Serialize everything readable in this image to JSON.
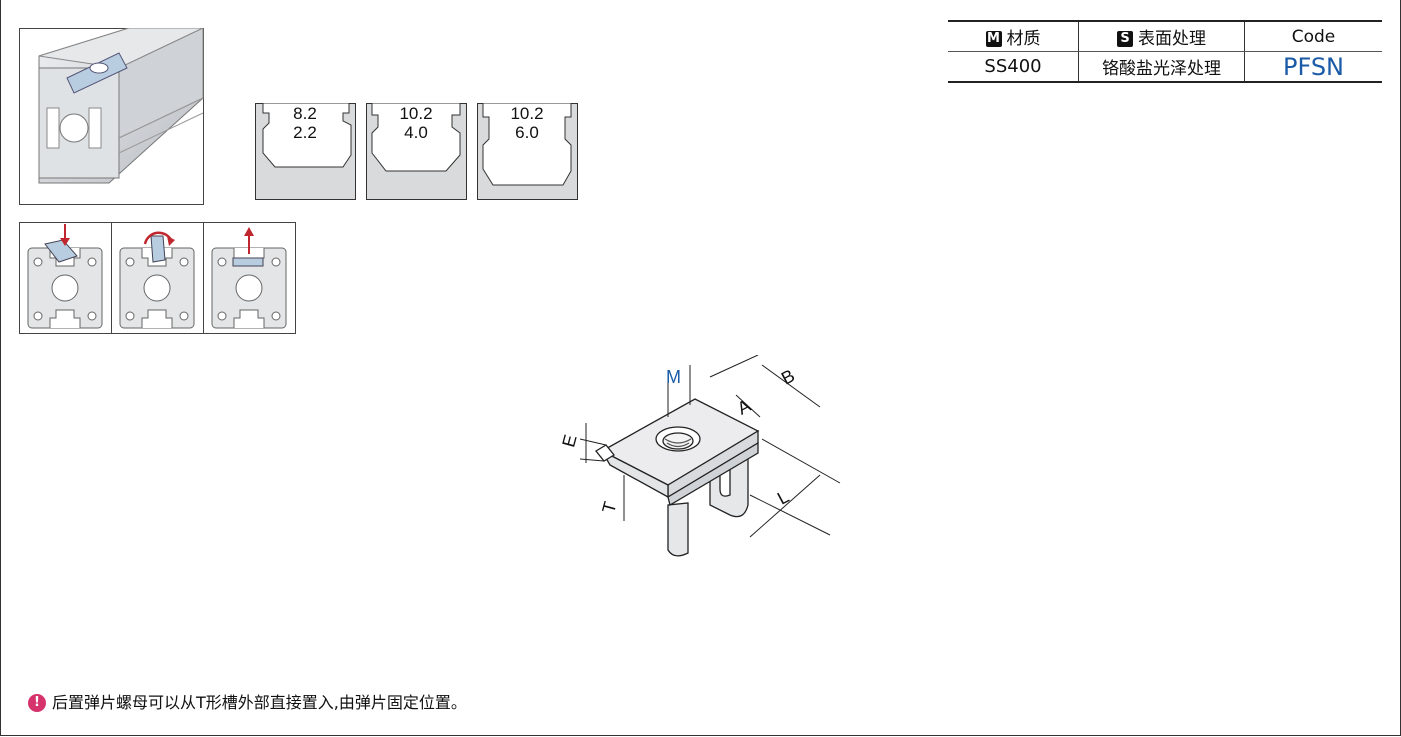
{
  "table": {
    "header": {
      "material_icon": "M",
      "material": "材质",
      "surface_icon": "S",
      "surface": "表面处理",
      "code": "Code"
    },
    "row": {
      "material": "SS400",
      "surface": "铬酸盐光泽处理",
      "code": "PFSN"
    }
  },
  "slots": [
    {
      "top": "8.2",
      "bottom": "2.2"
    },
    {
      "top": "10.2",
      "bottom": "4.0"
    },
    {
      "top": "10.2",
      "bottom": "6.0"
    }
  ],
  "dims": {
    "m": "M",
    "a": "A",
    "b": "B",
    "e": "E",
    "t": "T",
    "l": "L"
  },
  "note": {
    "icon": "!",
    "text": "后置弹片螺母可以从T形槽外部直接置入,由弹片固定位置。"
  },
  "colors": {
    "accent_blue": "#1a5aa6",
    "part_blue": "#b9cde0",
    "arrow_red": "#c0262d",
    "note_pink": "#d6336c"
  }
}
